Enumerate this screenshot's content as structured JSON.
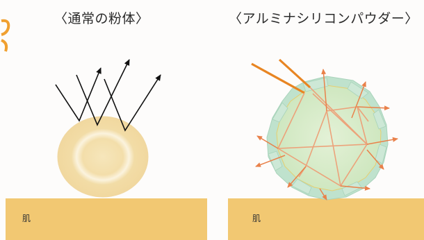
{
  "left_panel": {
    "title": "〈通常の粉体〉",
    "skin_label": "肌"
  },
  "right_panel": {
    "title": "〈アルミナシリコンパウダー〉",
    "skin_label": "肌"
  },
  "colors": {
    "skin": "#f2c872",
    "normal_powder": "#f3dfa9",
    "alumina_particle": "#d5ebc7",
    "alumina_shell": "#b9dfc6",
    "incident_light": "#e88522",
    "scatter_arrows": "#e9814a",
    "reflection_arrows": "#111111"
  }
}
